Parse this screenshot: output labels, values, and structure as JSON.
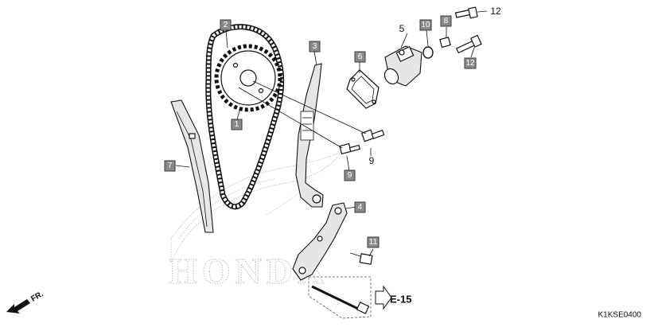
{
  "diagram": {
    "code": "K1KSE0400",
    "brand_watermark": "HONDA",
    "reference": {
      "label": "E-15"
    },
    "orientation": {
      "label": "FR."
    },
    "callouts": [
      {
        "id": "c1",
        "text": "1",
        "boxed": true
      },
      {
        "id": "c2",
        "text": "2",
        "boxed": true
      },
      {
        "id": "c3",
        "text": "3",
        "boxed": true
      },
      {
        "id": "c4",
        "text": "4",
        "boxed": true
      },
      {
        "id": "c5",
        "text": "5",
        "boxed": false
      },
      {
        "id": "c6",
        "text": "6",
        "boxed": true
      },
      {
        "id": "c7",
        "text": "7",
        "boxed": true
      },
      {
        "id": "c8",
        "text": "8",
        "boxed": true
      },
      {
        "id": "c9a",
        "text": "9",
        "boxed": true
      },
      {
        "id": "c9b",
        "text": "9",
        "boxed": false
      },
      {
        "id": "c10",
        "text": "10",
        "boxed": true
      },
      {
        "id": "c11",
        "text": "11",
        "boxed": true
      },
      {
        "id": "c12a",
        "text": "12",
        "boxed": false
      },
      {
        "id": "c12b",
        "text": "12",
        "boxed": true
      }
    ],
    "colors": {
      "callout_fill": "#8a8a8a",
      "line": "#111111",
      "watermark": "#c9c9c9"
    }
  }
}
